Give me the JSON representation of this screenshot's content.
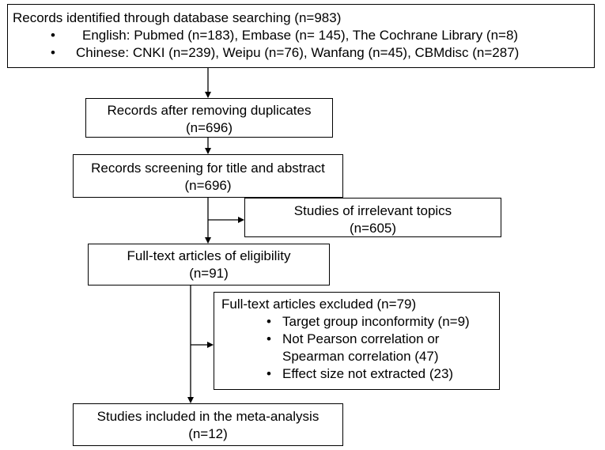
{
  "boxes": {
    "identified": {
      "title": "Records identified through database searching  (n=983)",
      "items": [
        "English: Pubmed  (n=183), Embase  (n= 145), The Cochrane Library  (n=8)",
        "Chinese: CNKI  (n=239), Weipu  (n=76), Wanfang  (n=45), CBMdisc  (n=287)"
      ]
    },
    "after_duplicates": {
      "line1": "Records after removing duplicates",
      "line2": "(n=696)"
    },
    "screening": {
      "line1": "Records screening for title and abstract",
      "line2": "(n=696)"
    },
    "irrelevant": {
      "line1": "Studies of irrelevant topics",
      "line2": "(n=605)"
    },
    "eligibility": {
      "line1": "Full-text articles of eligibility",
      "line2": "(n=91)"
    },
    "excluded": {
      "title": "Full-text articles excluded (n=79)",
      "items": [
        "Target group inconformity (n=9)",
        "Not Pearson correlation or",
        "Spearman correlation (47)",
        "Effect size not extracted (23)"
      ]
    },
    "included": {
      "line1": "Studies included in the meta-analysis",
      "line2": "(n=12)"
    }
  },
  "bullet_char": "•"
}
